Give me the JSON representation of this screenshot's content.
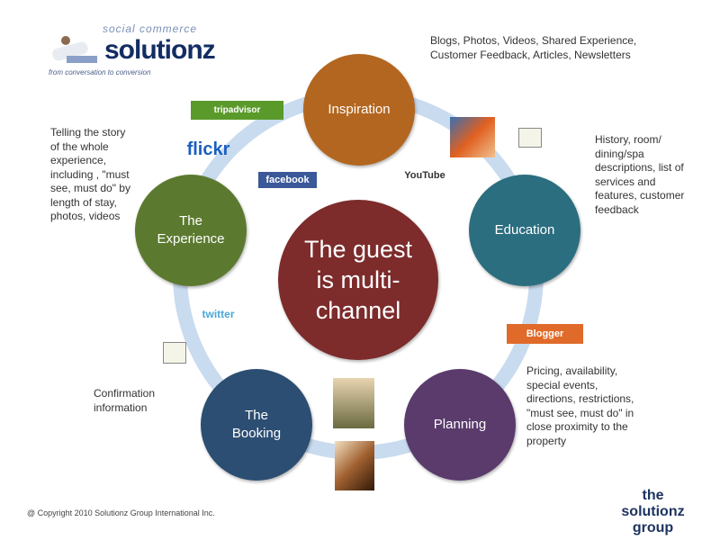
{
  "brand": {
    "tagline_top": "social commerce",
    "name": "solutionz",
    "tagline_bottom": "from conversation to conversion"
  },
  "center": {
    "label": "The guest is multi-channel"
  },
  "nodes": {
    "inspiration": "Inspiration",
    "education": "Education",
    "planning": "Planning",
    "booking": "The Booking",
    "experience": "The Experience"
  },
  "notes": {
    "inspiration": "Blogs, Photos, Videos, Shared Experience, Customer Feedback, Articles, Newsletters",
    "education": "History, room/ dining/spa descriptions, list of services and features, customer feedback",
    "planning": "Pricing, availability, special events, directions, restrictions, \"must see, must do\" in close proximity to the property",
    "booking": "Confirmation information",
    "experience": "Telling the story of the whole experience, including , \"must see, must do\" by length of stay, photos, videos"
  },
  "logos": {
    "tripadvisor": "tripadvisor",
    "flickr": "flickr",
    "facebook": "facebook",
    "youtube": "YouTube",
    "blogger": "Blogger",
    "twitter": "twitter",
    "bottom_logo": "the solutionz group"
  },
  "footer": {
    "copyright": "@ Copyright 2010 Solutionz Group International Inc."
  },
  "colors": {
    "inspiration": "#b3661f",
    "education": "#2b6e80",
    "planning": "#5a3b6c",
    "booking": "#2c4e72",
    "experience": "#5c7a2f",
    "center": "#7d2b2b",
    "ring": "#c9dbef"
  }
}
